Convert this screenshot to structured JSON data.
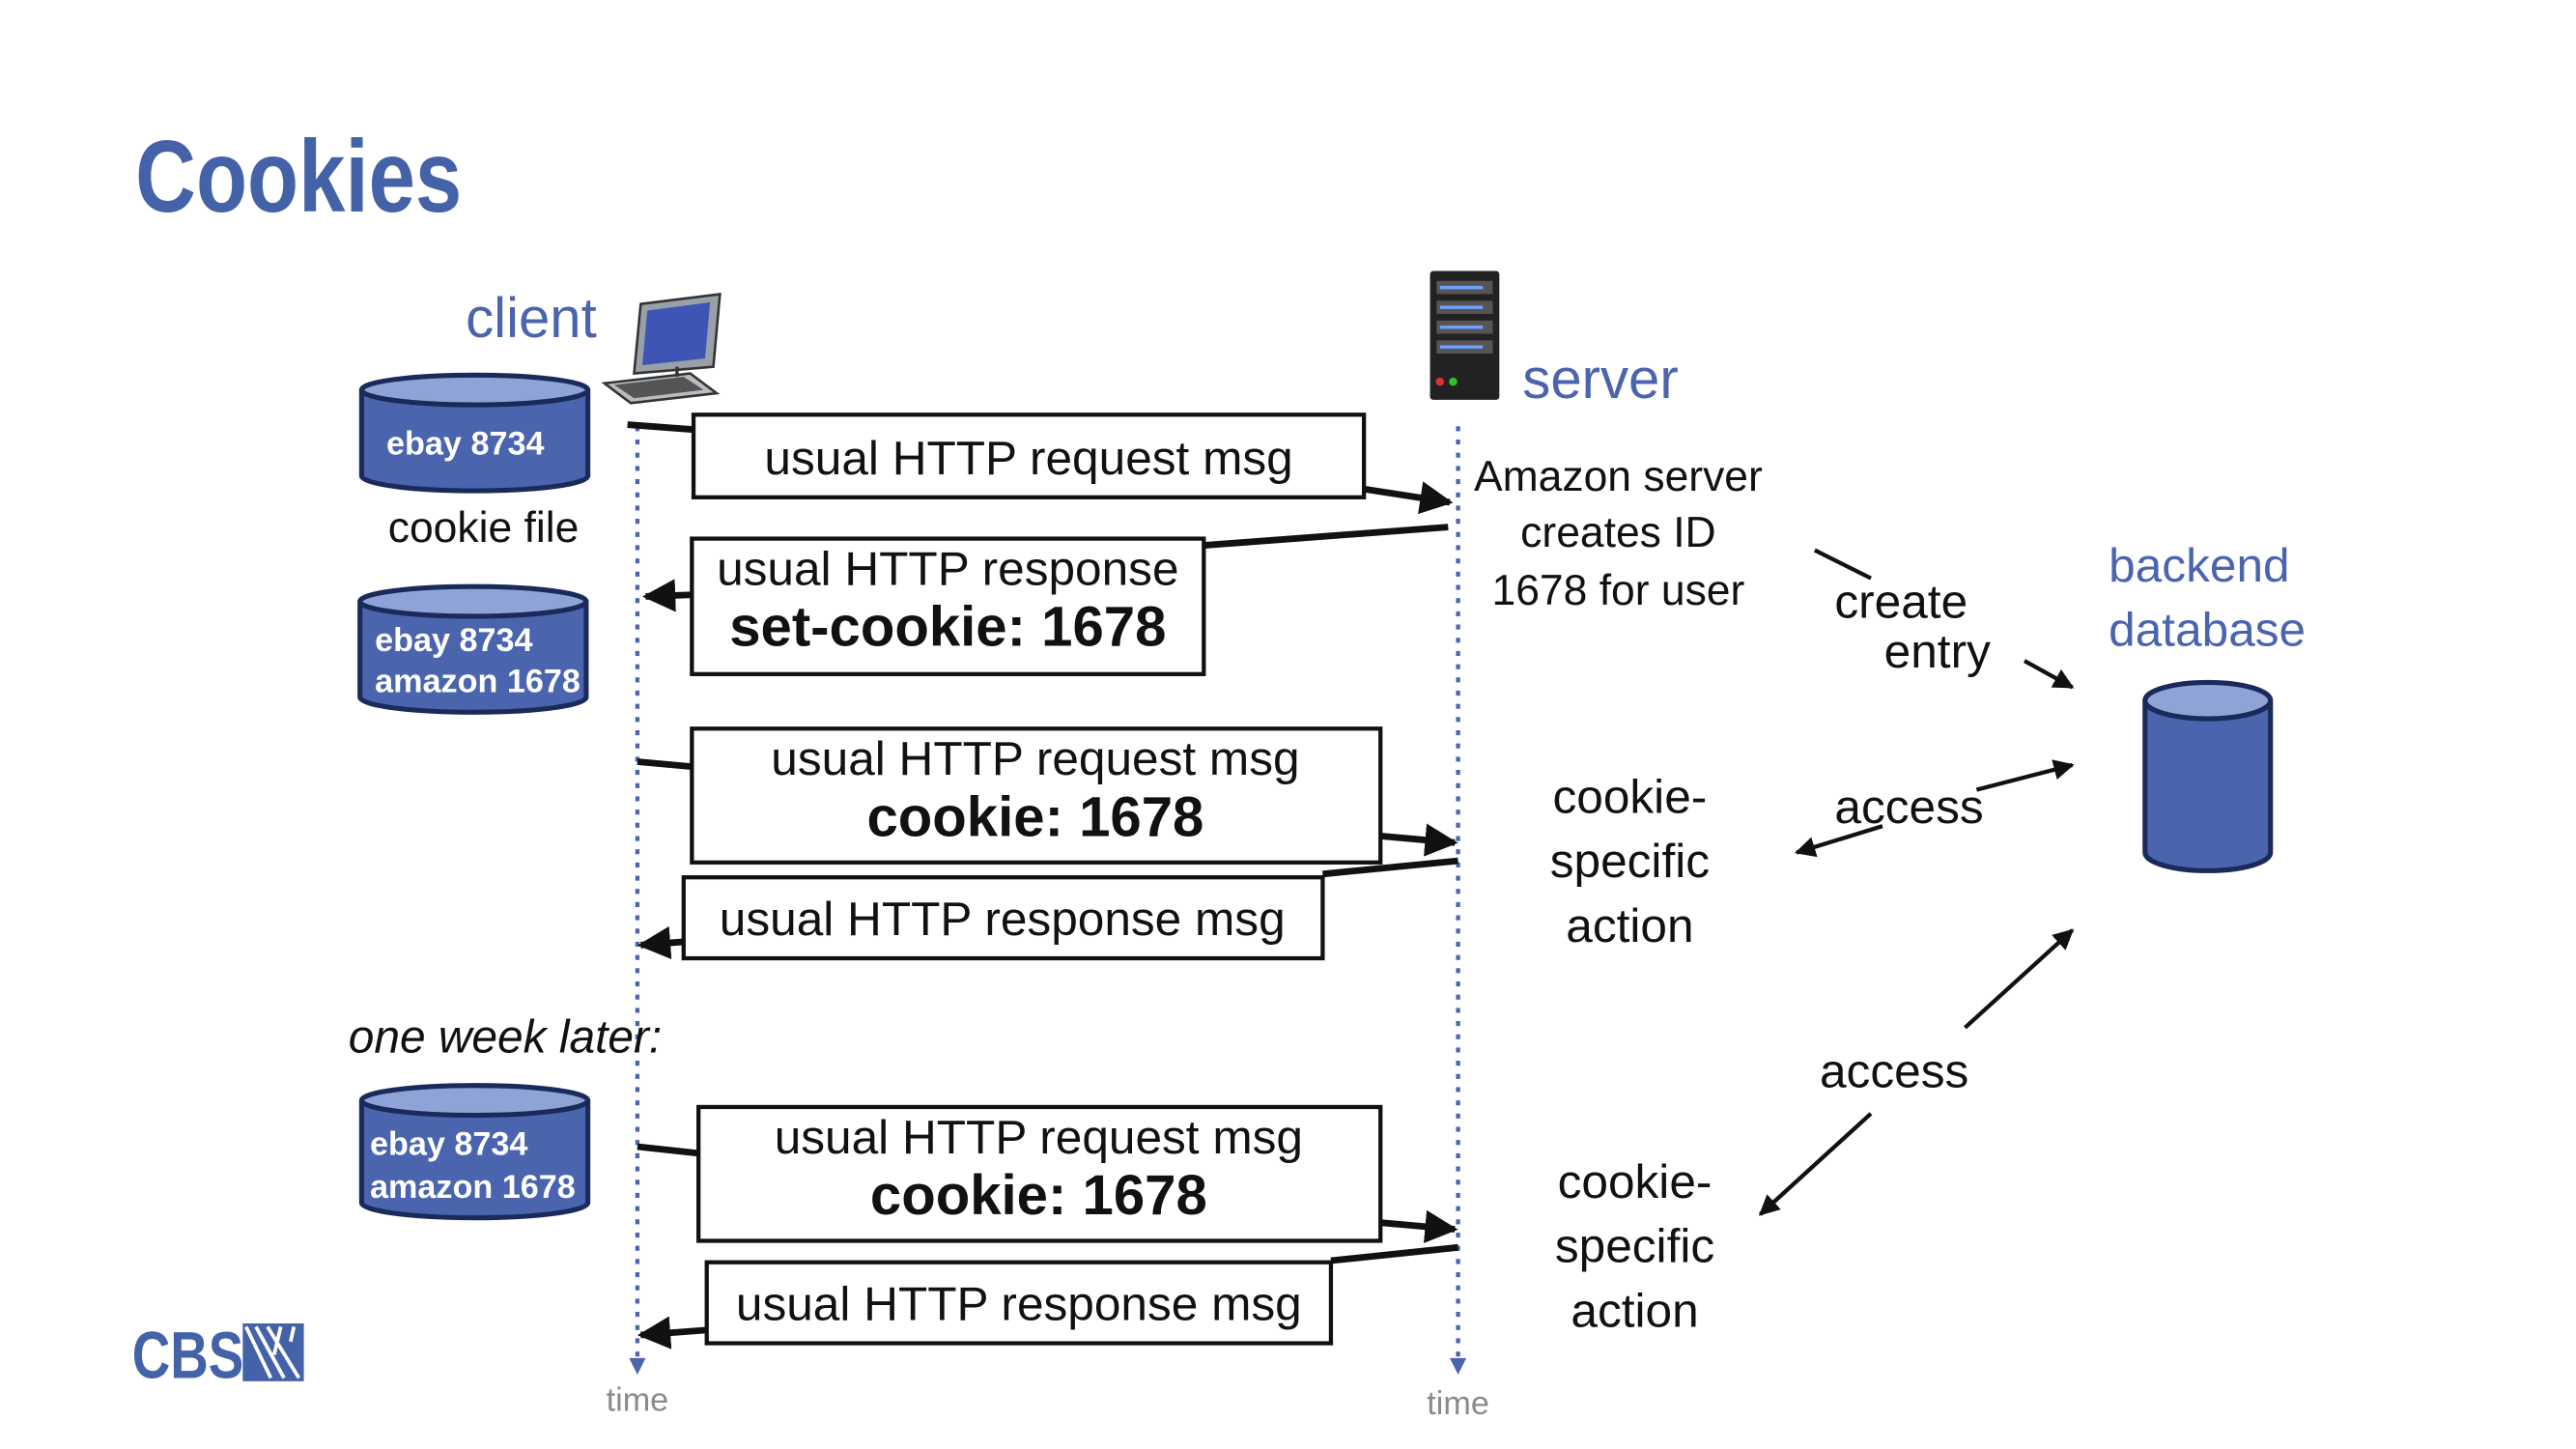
{
  "title": "Cookies",
  "labels": {
    "client": "client",
    "server": "server",
    "backend_line1": "backend",
    "backend_line2": "database",
    "cookie_file": "cookie file",
    "one_week_later": "one week later:",
    "time_client": "time",
    "time_server": "time"
  },
  "cookie_stores": [
    {
      "line1": "ebay 8734",
      "line2": ""
    },
    {
      "line1": "ebay 8734",
      "line2": "amazon 1678"
    },
    {
      "line1": "ebay 8734",
      "line2": "amazon 1678"
    }
  ],
  "messages": [
    {
      "line1": "usual HTTP request msg",
      "line2": ""
    },
    {
      "line1": "usual HTTP response",
      "line2": "set-cookie: 1678"
    },
    {
      "line1": "usual HTTP request msg",
      "line2": "cookie: 1678"
    },
    {
      "line1": "usual HTTP response msg",
      "line2": ""
    },
    {
      "line1": "usual HTTP request msg",
      "line2": "cookie: 1678"
    },
    {
      "line1": "usual HTTP response msg",
      "line2": ""
    }
  ],
  "server_note": {
    "line1": "Amazon server",
    "line2": "creates ID",
    "line3": "1678 for user"
  },
  "actions": [
    {
      "line1": "cookie-",
      "line2": "specific",
      "line3": "action"
    },
    {
      "line1": "cookie-",
      "line2": "specific",
      "line3": "action"
    }
  ],
  "db_labels": {
    "create_line1": "create",
    "create_line2": "entry",
    "access1": "access",
    "access2": "access"
  },
  "logo": {
    "text": "CBS"
  },
  "colors": {
    "accent": "#4a64ad",
    "title": "#4462a8",
    "cylinder": "#4a64ad"
  }
}
